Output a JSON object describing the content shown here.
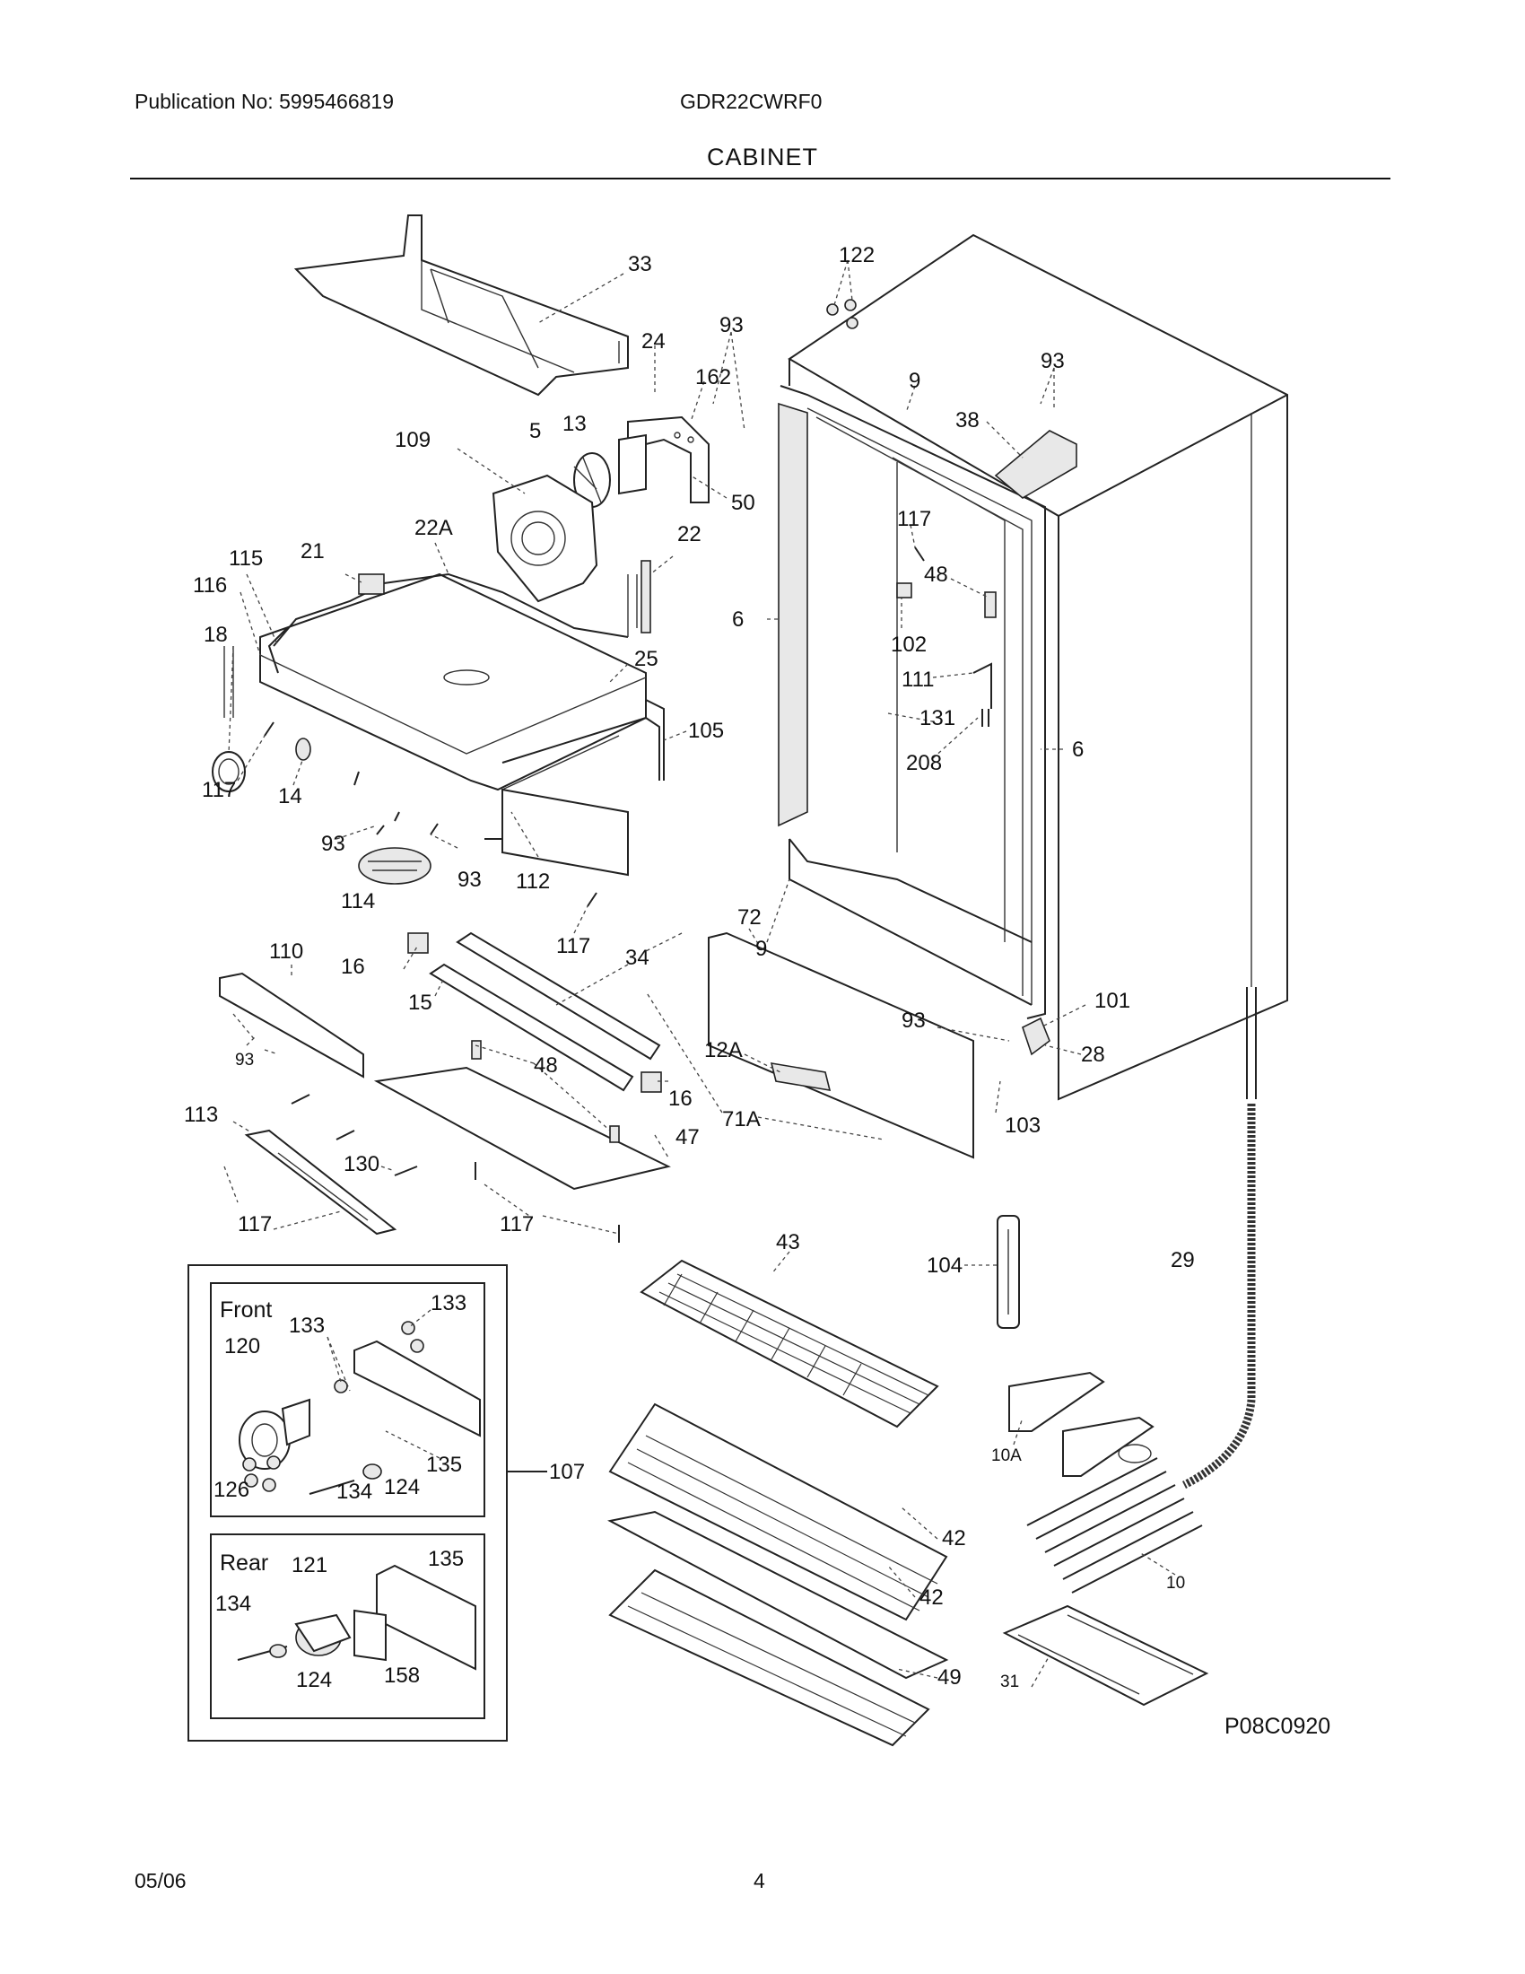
{
  "header": {
    "publication": "Publication No: 5995466819",
    "model": "GDR22CWRF0",
    "section": "CABINET"
  },
  "footer": {
    "date": "05/06",
    "page": "4",
    "figure_code": "P08C0920"
  },
  "insets": {
    "front_title": "Front",
    "rear_title": "Rear"
  },
  "callouts": {
    "c33": "33",
    "c24": "24",
    "c93a": "93",
    "c162": "162",
    "c5": "5",
    "c13": "13",
    "c109": "109",
    "c50": "50",
    "c22A": "22A",
    "c22": "22",
    "c21": "21",
    "c115": "115",
    "c116": "116",
    "c18": "18",
    "c25": "25",
    "c105": "105",
    "c117a": "117",
    "c14": "14",
    "c93b": "93",
    "c93c": "93",
    "c114": "114",
    "c112": "112",
    "c117b": "117",
    "c122": "122",
    "c9a": "9",
    "c93d": "93",
    "c38": "38",
    "c117c": "117",
    "c48a": "48",
    "c6a": "6",
    "c102": "102",
    "c111": "111",
    "c131": "131",
    "c208": "208",
    "c6b": "6",
    "c72": "72",
    "c9b": "9",
    "c110": "110",
    "c16a": "16",
    "c15": "15",
    "c34": "34",
    "c93e": "93",
    "c48b": "48",
    "c16b": "16",
    "c12A": "12A",
    "c71A": "71A",
    "c47": "47",
    "c93f": "93",
    "c101": "101",
    "c28": "28",
    "c103": "103",
    "c113": "113",
    "c130": "130",
    "c117d": "117",
    "c117e": "117",
    "c43": "43",
    "c104": "104",
    "c29": "29",
    "c133a": "133",
    "c133b": "133",
    "c120": "120",
    "c135a": "135",
    "c126": "126",
    "c134a": "134",
    "c124a": "124",
    "c107": "107",
    "c121": "121",
    "c135b": "135",
    "c134b": "134",
    "c124b": "124",
    "c158": "158",
    "c42a": "42",
    "c42b": "42",
    "c49": "49",
    "c10A": "10A",
    "c10": "10",
    "c31": "31"
  }
}
